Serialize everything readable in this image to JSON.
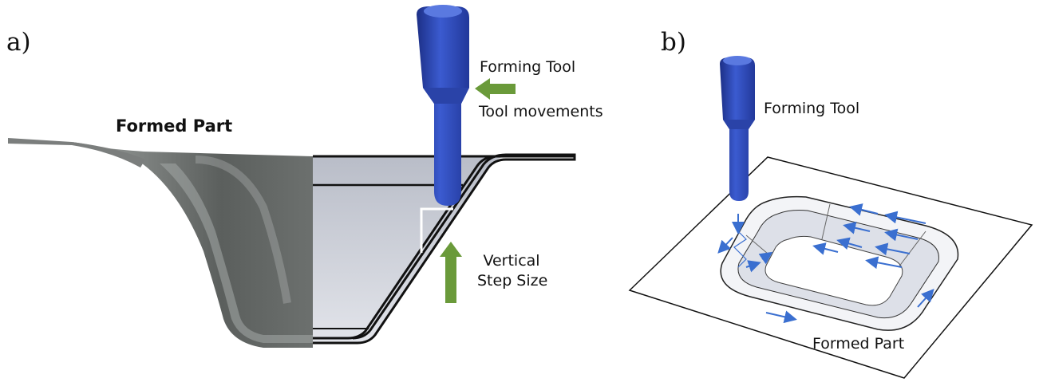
{
  "panel_a": {
    "label": "a)",
    "part_label": "Formed Part",
    "tool_label": "Forming Tool",
    "movements_label": "Tool movements",
    "step_label_line1": "Vertical",
    "step_label_line2": "Step Size"
  },
  "panel_b": {
    "label": "b)",
    "tool_label": "Forming Tool",
    "part_label": "Formed Part"
  },
  "colors": {
    "tool_blue": "#2f4fbf",
    "arrow_green": "#6a9a3a",
    "path_arrow_blue": "#3a6fd0",
    "metal_dark": "#5a5d5c",
    "section_gray": "#c9cdd6"
  }
}
